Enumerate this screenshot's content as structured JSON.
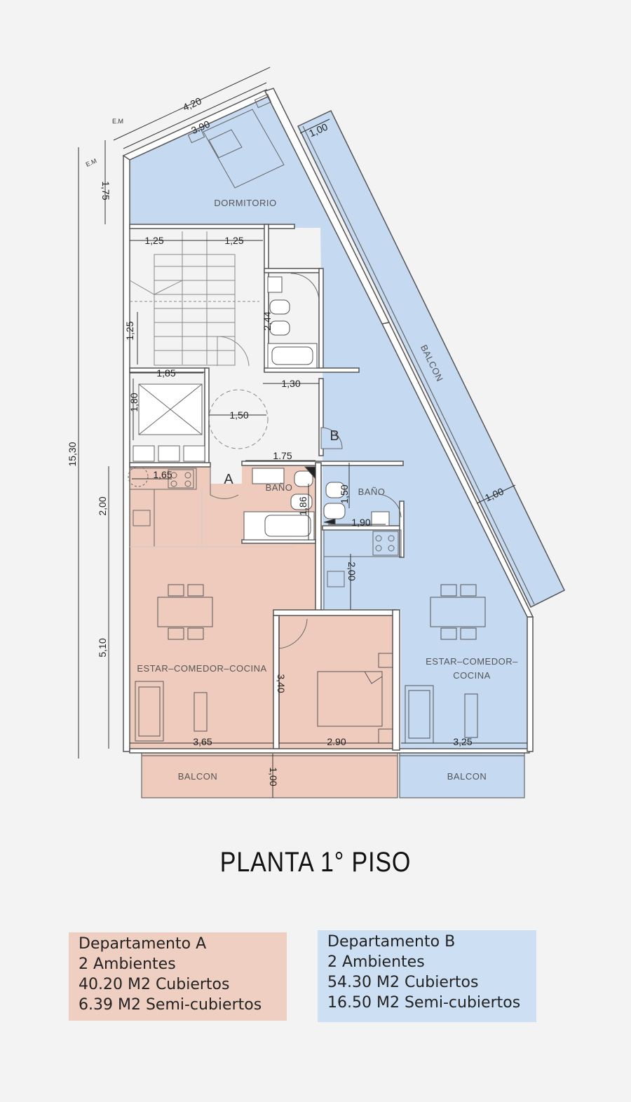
{
  "plan": {
    "rooms": {
      "dormitorio": "DORMITORIO",
      "balcon_diag": "BALCON",
      "bano_a": "BAÑO",
      "bano_b": "BAÑO",
      "estar_a": "ESTAR–COMEDOR–COCINA",
      "estar_b_1": "ESTAR–COMEDOR–",
      "estar_b_2": "COCINA",
      "balcon_a": "BALCON",
      "balcon_b": "BALCON"
    },
    "unit_marks": {
      "a": "A",
      "b": "B"
    },
    "em_1": "E.M",
    "em_2": "E.M",
    "dims": {
      "top_420": "4,20",
      "top_390": "3.90",
      "top_100": "1,00",
      "left_175": "1,75",
      "stair_125a": "1,25",
      "stair_125b": "1,25",
      "stair_v125": "1,25",
      "bath_244": "2,44",
      "elev_185": "1,85",
      "elev_180": "1,80",
      "hall_130": "1,30",
      "hall_150": "1,50",
      "total_1530": "15,30",
      "bano_175": "1.75",
      "kitchen_165": "1,65",
      "left_200": "2,00",
      "bano_186": "1,86",
      "banob_150": "1,50",
      "banob_190": "1,90",
      "kitchenb_200": "2,00",
      "balcon_100b": "1,00",
      "left_510": "5,10",
      "dorm_340": "3,40",
      "bottom_365": "3,65",
      "bottom_290": "2.90",
      "bottom_325": "3,25",
      "balcon_100": "1,00"
    }
  },
  "title": "PLANTA 1°  PISO",
  "departamentos": [
    {
      "line1": "Departamento A",
      "line2": "2 Ambientes",
      "line3": "40.20 M2 Cubiertos",
      "line4": "6.39 M2 Semi-cubiertos"
    },
    {
      "line1": "Departamento B",
      "line2": "2 Ambientes",
      "line3": "54.30 M2 Cubiertos",
      "line4": "16.50 M2 Semi-cubiertos"
    }
  ],
  "colors": {
    "dept_a": "#efcbbd",
    "dept_b": "#c5d9f1",
    "background": "#f3f3f3",
    "wall": "#ffffff"
  }
}
